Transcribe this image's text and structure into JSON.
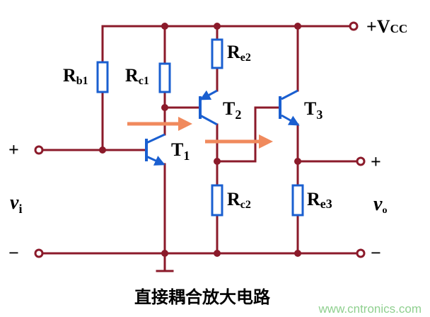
{
  "diagram": {
    "caption": "直接耦合放大电路",
    "watermark": "www.cntronics.com",
    "colors": {
      "wire": "#8b1a2a",
      "resistor": "#1a5fd0",
      "transistor": "#1a5fd0",
      "arrow": "#f08a5d",
      "text": "#000000",
      "watermark": "#8fd08f"
    },
    "labels": {
      "vcc": {
        "prefix": "+V",
        "sub": "CC"
      },
      "rb1": {
        "main": "R",
        "sub": "b1"
      },
      "rc1": {
        "main": "R",
        "sub": "c1"
      },
      "re2": {
        "main": "R",
        "sub": "e2"
      },
      "rc2": {
        "main": "R",
        "sub": "c2"
      },
      "re3": {
        "main": "R",
        "sub": "e3"
      },
      "t1": {
        "main": "T",
        "sub": "1"
      },
      "t2": {
        "main": "T",
        "sub": "2"
      },
      "t3": {
        "main": "T",
        "sub": "3"
      },
      "vi": {
        "main": "v",
        "sub": "i"
      },
      "vo": {
        "main": "v",
        "sub": "o"
      },
      "in_plus": "+",
      "in_minus": "−",
      "out_plus": "+",
      "out_minus": "−"
    }
  }
}
